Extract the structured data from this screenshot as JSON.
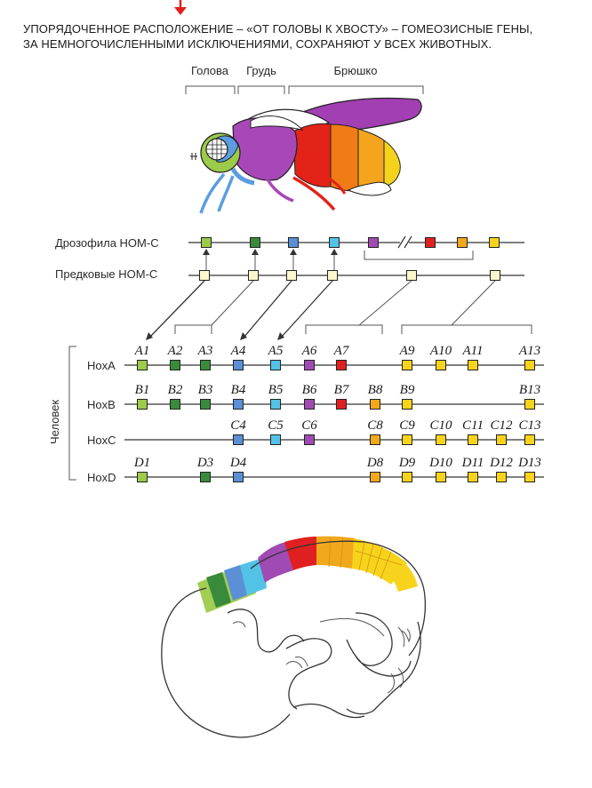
{
  "header": {
    "line1": "УПОРЯДОЧЕННОЕ РАСПОЛОЖЕНИЕ – «ОТ ГОЛОВЫ К ХВОСТУ» – ГОМЕОЗИСНЫЕ ГЕНЫ,",
    "line2": "ЗА НЕМНОГОЧИСЛЕННЫМИ ИСКЛЮЧЕНИЯМИ, СОХРАНЯЮТ У ВСЕХ ЖИВОТНЫХ."
  },
  "fly": {
    "head": "Голова",
    "thorax": "Грудь",
    "abdomen": "Брюшко"
  },
  "rows": {
    "drosophila": "Дрозофила HOM-C",
    "ancestral": "Предковые HOM-C",
    "human": "Человек",
    "hoxa": "HoxA",
    "hoxb": "HoxB",
    "hoxc": "HoxC",
    "hoxd": "HoxD"
  },
  "colors": {
    "g1": "#9ccb4a",
    "g2": "#3a8a3c",
    "g3": "#5b8fd6",
    "g4": "#52c3e6",
    "g5": "#a04bb3",
    "g6": "#e02020",
    "g7": "#f2a81c",
    "g8": "#f7d31b",
    "ancestral": "#fbf6cc"
  },
  "drosophila_genes": [
    "g1",
    "g2",
    "g3",
    "g4",
    "g5",
    "g6",
    "g7",
    "g8"
  ],
  "human_labels": {
    "hoxa": [
      "A1",
      "A2",
      "A3",
      "A4",
      "A5",
      "A6",
      "A7",
      "A9",
      "A10",
      "A11",
      "A13"
    ],
    "hoxb": [
      "B1",
      "B2",
      "B3",
      "B4",
      "B5",
      "B6",
      "B7",
      "B8",
      "B9",
      "B13"
    ],
    "hoxc": [
      "C4",
      "C5",
      "C6",
      "C8",
      "C9",
      "C10",
      "C11",
      "C12",
      "C13"
    ],
    "hoxd": [
      "D1",
      "D3",
      "D4",
      "D8",
      "D9",
      "D10",
      "D11",
      "D12",
      "D13"
    ]
  },
  "human_genes": {
    "hoxa": [
      "g1",
      "g2",
      "g2",
      "g3",
      "g4",
      "g5",
      "g6",
      "g8",
      "g8",
      "g8",
      "g8"
    ],
    "hoxb": [
      "g1",
      "g2",
      "g2",
      "g3",
      "g4",
      "g5",
      "g6",
      "g7",
      "g8",
      "g8"
    ],
    "hoxc": [
      "g3",
      "g4",
      "g5",
      "g7",
      "g8",
      "g8",
      "g8",
      "g8",
      "g8"
    ],
    "hoxd": [
      "g1",
      "g2",
      "g3",
      "g7",
      "g8",
      "g8",
      "g8",
      "g8",
      "g8"
    ]
  }
}
